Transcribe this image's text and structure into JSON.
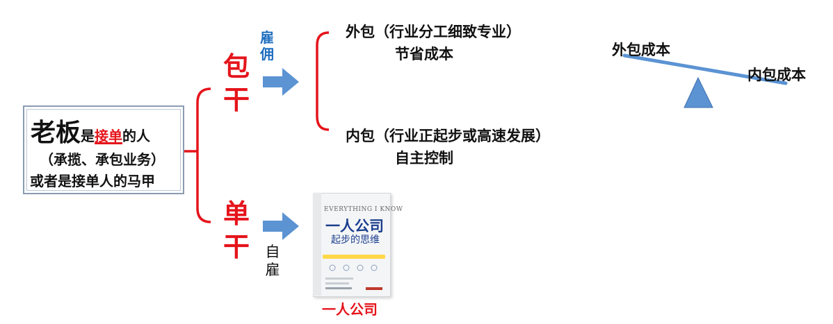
{
  "boss": {
    "big": "老板",
    "is": "是",
    "taker": "接单",
    "of_person": "的人",
    "line2": "（承揽、承包业务）",
    "line3": "或者是接单人的马甲"
  },
  "upper_branch": {
    "label_chars": [
      "包",
      "干"
    ],
    "arrow_label_chars": [
      "雇",
      "佣"
    ]
  },
  "lower_branch": {
    "label_chars": [
      "单",
      "干"
    ],
    "arrow_label_chars": [
      "自",
      "雇"
    ]
  },
  "outsource": {
    "title": "外包（行业分工细致专业）",
    "detail": "节省成本"
  },
  "insource": {
    "title": "内包（行业正起步或高速发展）",
    "detail": "自主控制"
  },
  "balance": {
    "left_label": "外包成本",
    "right_label": "内包成本",
    "colors": {
      "beam": "#5b93d3",
      "fulcrum": "#5b93d3"
    }
  },
  "book": {
    "english_title": "EVERYTHING I KNOW",
    "title": "一人公司",
    "subtitle": "起步的思维",
    "caption": "一人公司"
  },
  "colors": {
    "red": "#e5141b",
    "blue": "#1f6fbf",
    "arrow": "#5b93d3",
    "bracket": "#e5141b"
  }
}
